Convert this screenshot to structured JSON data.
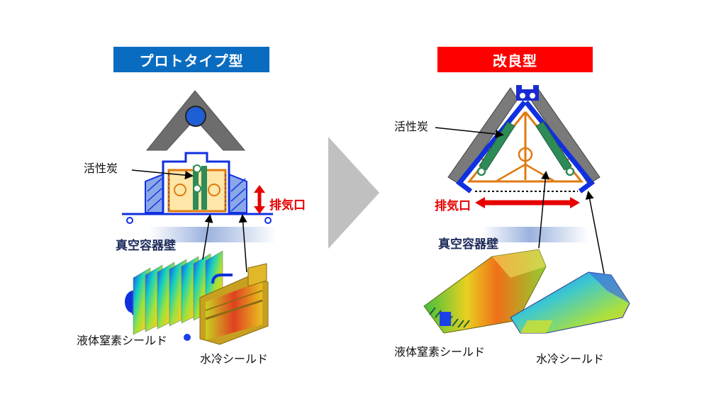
{
  "prototype": {
    "title": "プロトタイプ型",
    "label_carbon": "活性炭",
    "label_exhaust": "排気口",
    "label_wall": "真空容器壁",
    "label_ln2_shield": "液体窒素シールド",
    "label_water_shield": "水冷シールド"
  },
  "improved": {
    "title": "改良型",
    "label_carbon": "活性炭",
    "label_exhaust": "排気口",
    "label_wall": "真空容器壁",
    "label_ln2_shield": "液体窒素シールド",
    "label_water_shield": "水冷シールド"
  },
  "colors": {
    "prototype_banner": "#0a6cc0",
    "improved_banner": "#ff0000",
    "exhaust_arrow": "#e60000",
    "shield_blue": "#1030e0",
    "carbon_green": "#2e8b57",
    "orange_frame": "#e07a10"
  }
}
